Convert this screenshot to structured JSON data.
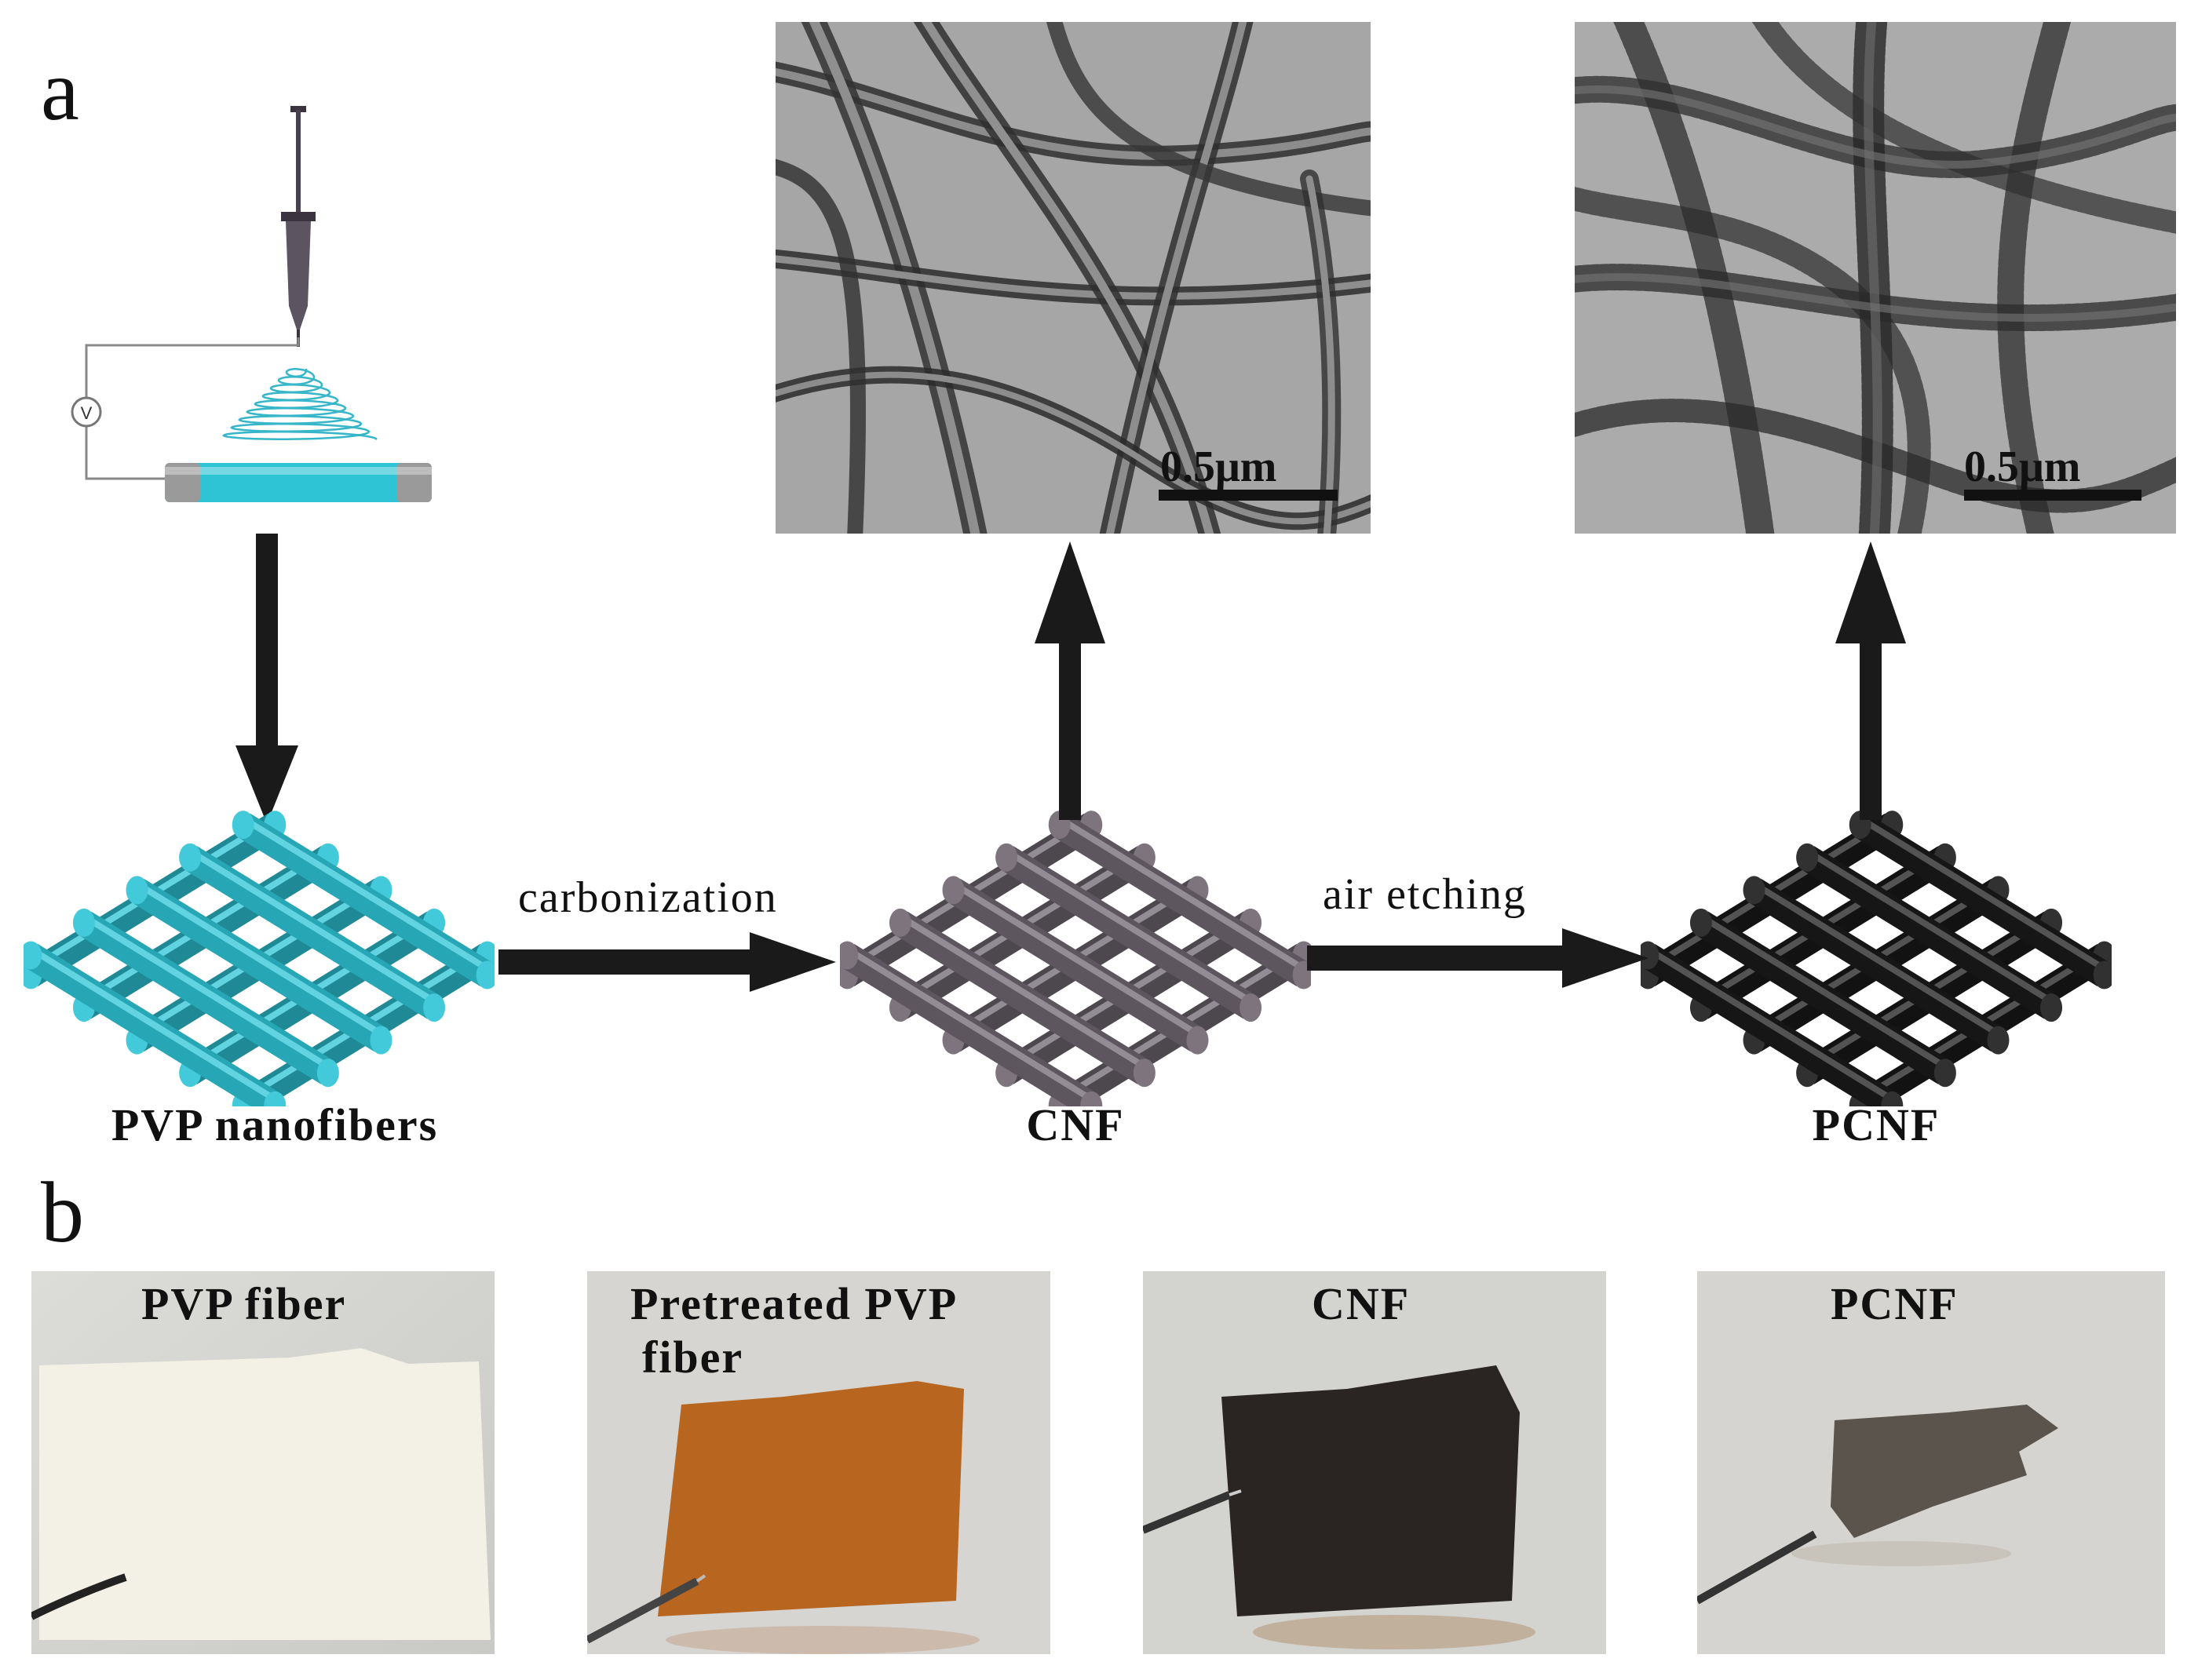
{
  "panel_a": {
    "letter": "a",
    "voltmeter_symbol": "V",
    "steps": [
      {
        "label": "carbonization"
      },
      {
        "label": "air etching"
      }
    ],
    "materials": [
      {
        "caption": "PVP nanofibers",
        "color": "#2ec4d6"
      },
      {
        "caption": "CNF",
        "color": "#6e6570"
      },
      {
        "caption": "PCNF",
        "color": "#1a1a1a"
      }
    ],
    "tem_images": [
      {
        "scale_label": "0.5μm",
        "of": "CNF"
      },
      {
        "scale_label": "0.5μm",
        "of": "PCNF"
      }
    ]
  },
  "panel_b": {
    "letter": "b",
    "photos": [
      {
        "title": "PVP  fiber",
        "title_line2": "",
        "sample_color": "#f3f1e6"
      },
      {
        "title": "Pretreated PVP",
        "title_line2": "fiber",
        "sample_color": "#b8651f"
      },
      {
        "title": "CNF",
        "title_line2": "",
        "sample_color": "#2a2422"
      },
      {
        "title": "PCNF",
        "title_line2": "",
        "sample_color": "#5a544c"
      }
    ]
  },
  "colors": {
    "arrow": "#1a1a1a",
    "pvp": "#2ec4d6",
    "cnf": "#6e6570",
    "pcnf": "#1a1a1a",
    "tem_background": "#a9a9a9"
  }
}
